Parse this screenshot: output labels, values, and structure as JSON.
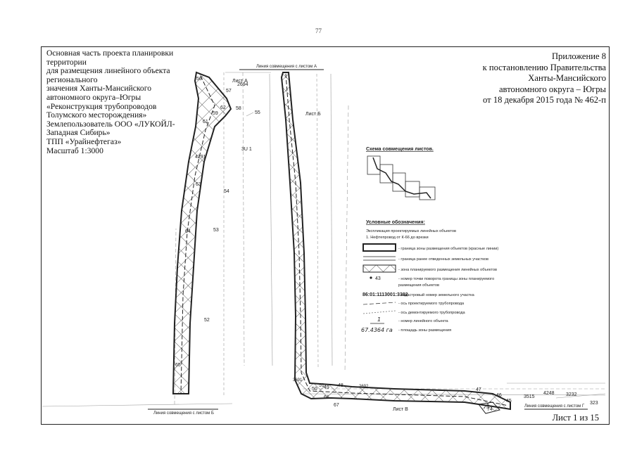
{
  "page_number": "77",
  "left_block": {
    "lines": [
      "Основная часть проекта планировки",
      "территории",
      "для размещения линейного объекта",
      "регионального",
      "значения Ханты-Мансийского",
      "автономного округа–Югры",
      "«Реконструкция трубопроводов",
      "Толумского месторождения»",
      "Землепользователь ООО «ЛУКОЙЛ-",
      "Западная Сибирь»",
      "ТПП «Урайнефтегаз»",
      "Масштаб 1:3000"
    ]
  },
  "right_block": {
    "lines": [
      "Приложение 8",
      "к постановлению Правительства",
      "Ханты-Мансийского",
      "автономного округа – Югры",
      "от 18 декабря 2015 года № 462-п"
    ]
  },
  "sheet_label": "Лист 1 из 15",
  "map": {
    "match_line_a": "Линия совмещения с листом А",
    "match_line_b": "Линия совмещения с листом Б",
    "match_line_g": "Линия совмещения с листом Г",
    "sheet_a": "Лист А",
    "sheet_b": "Лист Б",
    "sheet_v": "Лист В",
    "parcels": [
      "2694",
      "3515",
      "4248",
      "3232",
      "323",
      "4291",
      "3691",
      "2692",
      "3U 1"
    ],
    "points": [
      "56",
      "57",
      "62",
      "61",
      "59",
      "58",
      "55",
      "63",
      "54",
      "64",
      "53",
      "52",
      "65",
      "51",
      "50",
      "49",
      "48",
      "66",
      "67",
      "47",
      "46",
      "45",
      "75",
      "74"
    ]
  },
  "scheme": {
    "title": "Схема совмещения листов."
  },
  "legend": {
    "title": "Условные обозначения:",
    "subtitle": "Экспликация проектируемых линейных объектов",
    "object_line": "1. Нефтепровод от К-66 до врезки",
    "point_sample": "43",
    "cadastral_sample": "86:01:1113001:3382",
    "line_number_sample": "1",
    "area_sample": "67.4364 га",
    "items": [
      "- граница зоны размещения объектов (красные линии)",
      "- граница ранее отведенных земельных участков",
      "- зона планируемого размещения линейных объектов",
      "- номер точки поворота границы зоны планируемого",
      "размещения объектов",
      "- кадастровый номер земельного участка",
      "- ось проектируемого трубопровода",
      "- ось демонтируемого трубопровода",
      "- номер линейного объекта",
      "- площадь зоны размещения"
    ]
  }
}
